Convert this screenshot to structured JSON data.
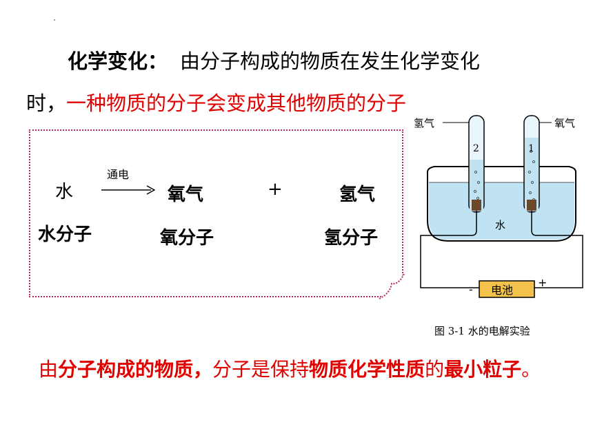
{
  "definition": {
    "term": "化学变化：",
    "text_a": "由分子构成的物质在发生化学变化",
    "text_b_prefix": "时，",
    "text_b_red": "一种物质的分子会变成其他物质的分子"
  },
  "reaction": {
    "reactant": "水",
    "condition": "通电",
    "product1": "氧气",
    "plus": "+",
    "product2": "氢气",
    "reactant_particle": "水分子",
    "product1_particle": "氧分子",
    "product2_particle": "氢分子"
  },
  "figure": {
    "label_hydrogen": "氢气",
    "label_oxygen": "氧气",
    "tube_left_num": "2",
    "tube_right_num": "1",
    "water_label": "水",
    "battery_label": "电池",
    "minus": "-",
    "plus": "+",
    "caption": "图 3-1   水的电解实验"
  },
  "conclusion": {
    "p1": "由",
    "p2": "分子构成的物质，",
    "p3": "分子是保持",
    "p4": "物质化学性质",
    "p5": "的",
    "p6": "最小粒子",
    "p7": "。"
  }
}
